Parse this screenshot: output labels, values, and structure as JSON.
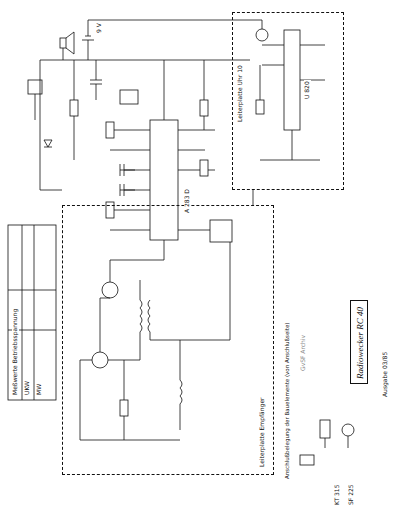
{
  "diagram": {
    "nodes": [
      {
        "text": [
          "Radiowecker RC 40"
        ]
      },
      {
        "text": [
          "Leiterplatte Uhr 10"
        ]
      },
      {
        "text": [
          "Leiterplatte Empfänger"
        ]
      }
    ],
    "edges": [
      {
        "from": 1,
        "to": 2,
        "arrow": "none"
      }
    ],
    "labels": [
      "Ausgabe 03/85",
      "GvSF Archiv",
      "Anschlußbelegung der Bauelemente (von Anschlußseite)",
      "Meßwerte Betriebsspannung",
      "UKW",
      "MW",
      "9 V",
      "KT 315",
      "SF 225",
      "A 283 D",
      "U 820"
    ]
  }
}
